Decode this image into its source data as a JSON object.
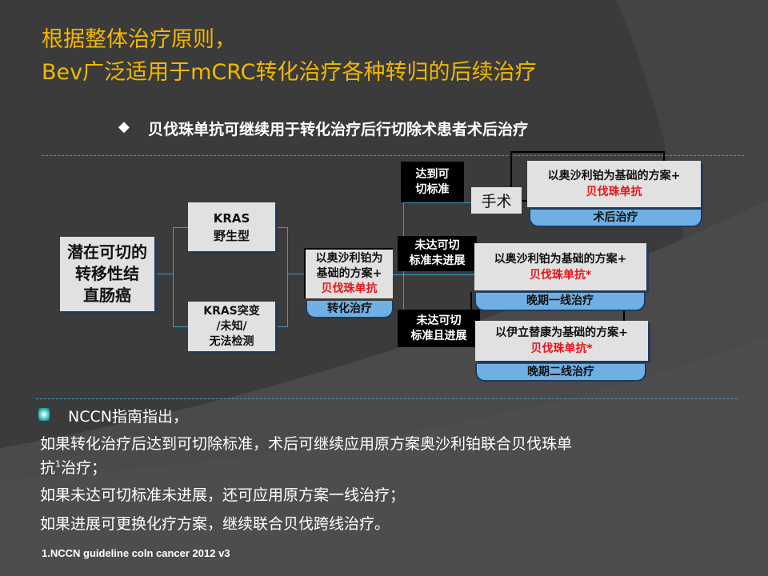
{
  "title": {
    "line1": "根据整体治疗原则，",
    "line2": "Bev广泛适用于mCRC转化治疗各种转归的后续治疗"
  },
  "subtitle": "贝伐珠单抗可继续用于转化治疗后行切除术患者术后治疗",
  "diagram": {
    "start": {
      "l1": "潜在可切的",
      "l2": "转移性结",
      "l3": "直肠癌"
    },
    "kras_wild": {
      "l1": "KRAS",
      "l2": "野生型"
    },
    "kras_mut": {
      "l1": "KRAS突变",
      "l2": "/未知/",
      "l3": "无法检测"
    },
    "conversion": {
      "l1": "以奥沙利铂为",
      "l2": "基础的方案+",
      "l3": "贝伐珠单抗",
      "tab": "转化治疗"
    },
    "cond1": {
      "l1": "达到可",
      "l2": "切标准"
    },
    "cond2": {
      "l1": "未达可切",
      "l2": "标准未进展"
    },
    "cond3": {
      "l1": "未达可切",
      "l2": "标准且进展"
    },
    "surgery": "手术",
    "postop": {
      "l1": "以奥沙利铂为基础的方案+",
      "l2": "贝伐珠单抗",
      "tab": "术后治疗"
    },
    "first_line": {
      "l1": "以奥沙利铂为基础的方案+",
      "l2": "贝伐珠单抗*",
      "tab": "晚期一线治疗"
    },
    "second_line": {
      "l1": "以伊立替康为基础的方案+",
      "l2": "贝伐珠单抗*",
      "tab": "晚期二线治疗"
    }
  },
  "notes": {
    "head": "NCCN指南指出，",
    "p1a": "如果转化治疗后达到可切除标准，术后可继续应用原方案奥沙利铂联合贝伐珠单",
    "p1b": "抗",
    "p1sup": "1",
    "p1c": "治疗；",
    "p2": "如果未达可切标准未进展，还可应用原方案一线治疗；",
    "p3": "如果进展可更换化疗方案，继续联合贝伐跨线治疗。"
  },
  "footnote": "1.NCCN guideline coln cancer 2012 v3",
  "colors": {
    "title": "#f2b800",
    "accent_red": "#e8141a",
    "tab_blue": "#6fb0e4",
    "connector": "#3a9fbf"
  }
}
